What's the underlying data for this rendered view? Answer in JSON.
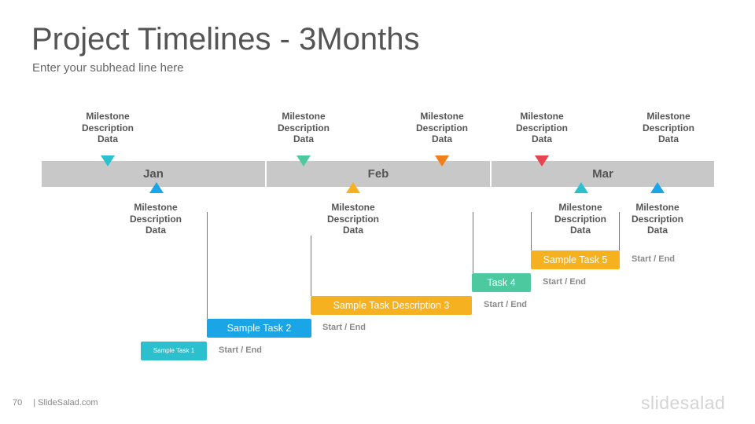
{
  "header": {
    "title": "Project Timelines - 3Months",
    "subtitle": "Enter your subhead line here"
  },
  "timeline": {
    "months": [
      "Jan",
      "Feb",
      "Mar"
    ]
  },
  "milestones_above": [
    {
      "label_line1": "Milestone",
      "label_line2": "Description",
      "label_line3": "Data",
      "color": "#2cc0cf"
    },
    {
      "label_line1": "Milestone",
      "label_line2": "Description",
      "label_line3": "Data",
      "color": "#4dc9a0"
    },
    {
      "label_line1": "Milestone",
      "label_line2": "Description",
      "label_line3": "Data",
      "color": "#f07f1b"
    },
    {
      "label_line1": "Milestone",
      "label_line2": "Description",
      "label_line3": "Data",
      "color": "#e6444f"
    },
    {
      "label_line1": "Milestone",
      "label_line2": "Description",
      "label_line3": "Data",
      "color": null
    }
  ],
  "milestones_below": [
    {
      "label_line1": "Milestone",
      "label_line2": "Description",
      "label_line3": "Data",
      "color": "#1aa5e6"
    },
    {
      "label_line1": "Milestone",
      "label_line2": "Description",
      "label_line3": "Data",
      "color": "#f5b120"
    },
    {
      "label_line1": "Milestone",
      "label_line2": "Description",
      "label_line3": "Data",
      "color": "#2cc0cf"
    },
    {
      "label_line1": "Milestone",
      "label_line2": "Description",
      "label_line3": "Data",
      "color": "#1aa5e6"
    }
  ],
  "tasks": [
    {
      "label": "Sample Task 1",
      "note": "Start / End",
      "color": "#2cc0cf"
    },
    {
      "label": "Sample Task 2",
      "note": "Start / End",
      "color": "#1aa5e6"
    },
    {
      "label": "Sample Task Description 3",
      "note": "Start / End",
      "color": "#f5b120"
    },
    {
      "label": "Task 4",
      "note": "Start / End",
      "color": "#4dc9a0"
    },
    {
      "label": "Sample Task 5",
      "note": "Start / End",
      "color": "#f5b120"
    }
  ],
  "footer": {
    "page_number": "70",
    "source": "| SlideSalad.com",
    "logo": "slidesalad"
  }
}
